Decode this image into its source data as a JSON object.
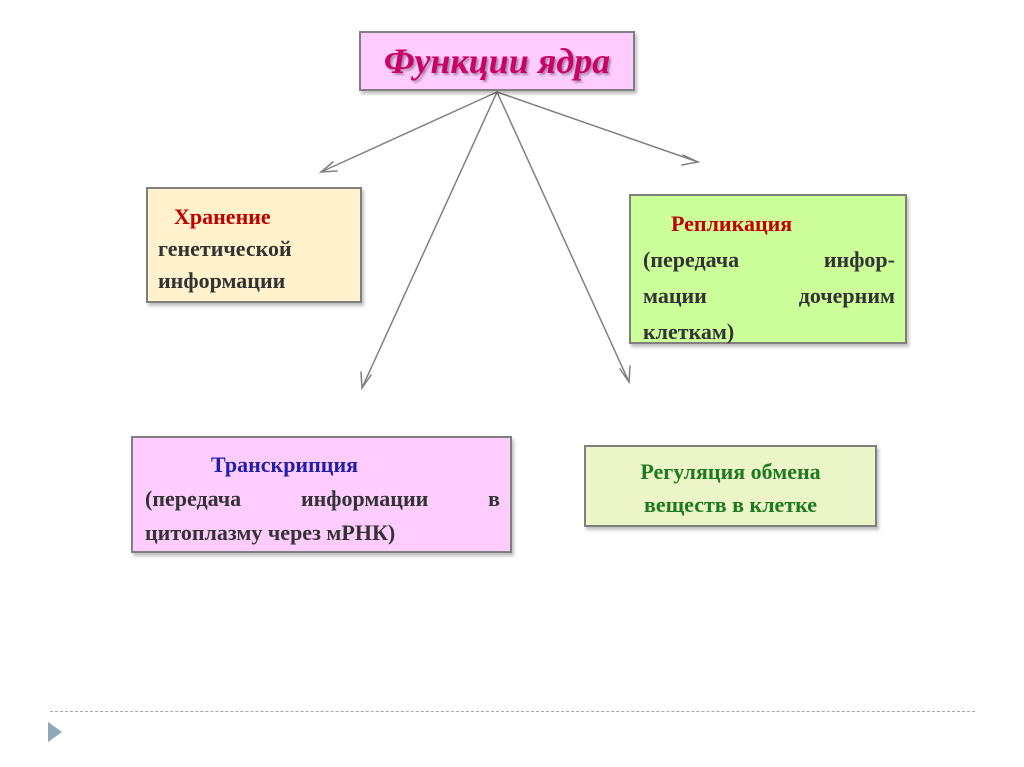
{
  "title": "Функции ядра",
  "storage": {
    "line1": "Хранение",
    "line2": "генетической",
    "line3": "информации"
  },
  "replication": {
    "line1": "Репликация",
    "line2": "(передача инфор-",
    "line3": "мации дочерним",
    "line4": "клеткам)"
  },
  "transcription": {
    "line1": "Транскрипция",
    "line2": "(передача информации в",
    "line3": "цитоплазму через мРНК)"
  },
  "regulation": {
    "line1": "Регуляция обмена",
    "line2": "веществ в клетке"
  },
  "colors": {
    "title_bg": "#ffccff",
    "title_text": "#cc0066",
    "storage_bg": "#fff2cc",
    "replication_bg": "#ccff99",
    "transcription_bg": "#ffccff",
    "regulation_bg": "#ebf5c8",
    "arrow": "#808080"
  }
}
